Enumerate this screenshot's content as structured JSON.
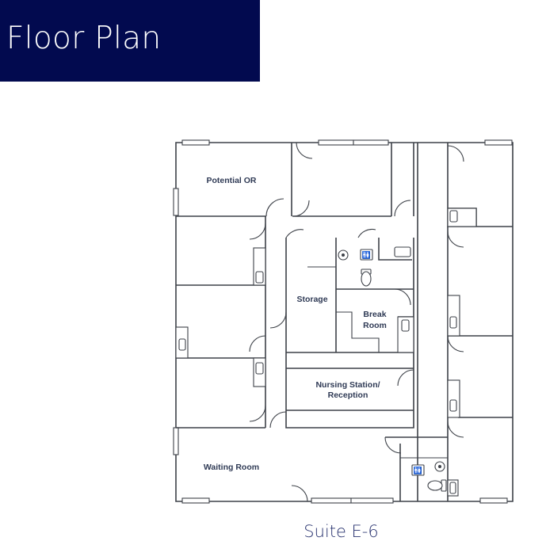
{
  "header": {
    "title": "Floor Plan",
    "background": "#020a4f"
  },
  "rooms": {
    "potential_or": "Potential OR",
    "storage": "Storage",
    "break_room_line1": "Break",
    "break_room_line2": "Room",
    "nursing_line1": "Nursing Station/",
    "nursing_line2": "Reception",
    "waiting_room": "Waiting Room"
  },
  "caption": "Suite E-6",
  "colors": {
    "wall": "#3d4148",
    "label": "#2f3a55",
    "caption": "#2a3470"
  },
  "icons": [
    "restroom-icon",
    "accessible-icon",
    "toilet-icon",
    "sink-icon",
    "door-swing-icon",
    "window-icon"
  ]
}
